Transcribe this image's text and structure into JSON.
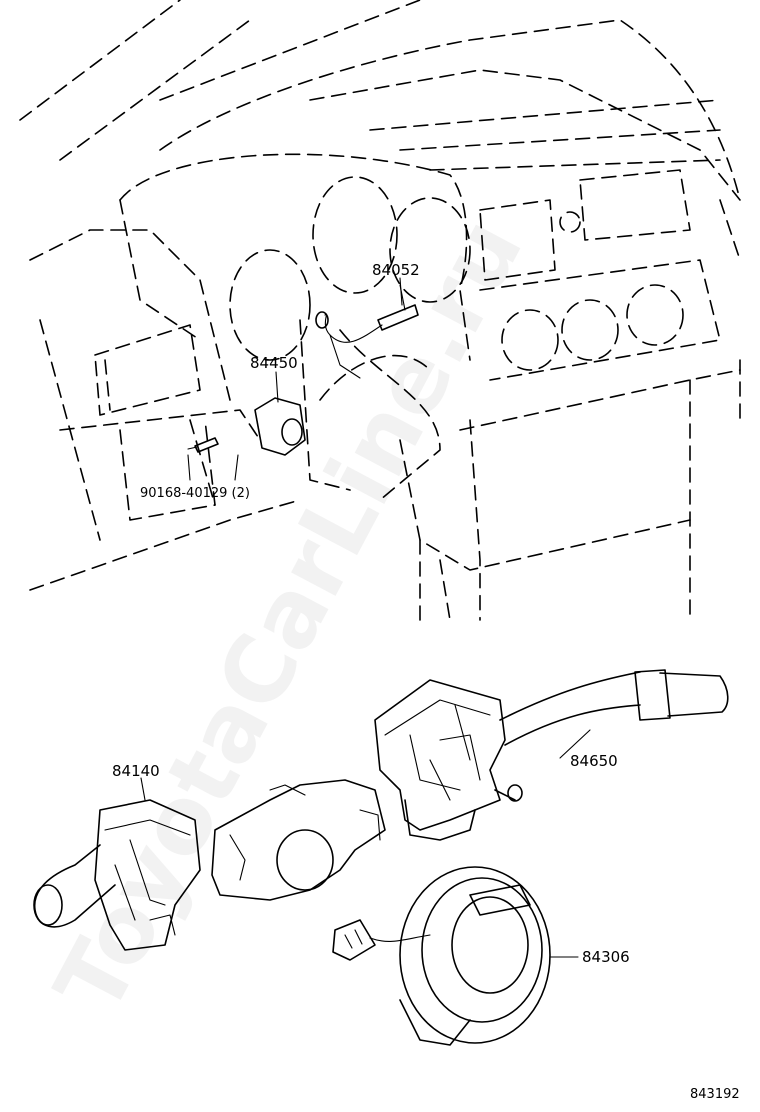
{
  "watermark": "ToyotaCarLine.ru",
  "figure_id": "843192",
  "parts": [
    {
      "number": "84052"
    },
    {
      "number": "84450"
    },
    {
      "number": "90168-40129 (2)"
    },
    {
      "number": "84140"
    },
    {
      "number": "84650"
    },
    {
      "number": "84306"
    }
  ]
}
